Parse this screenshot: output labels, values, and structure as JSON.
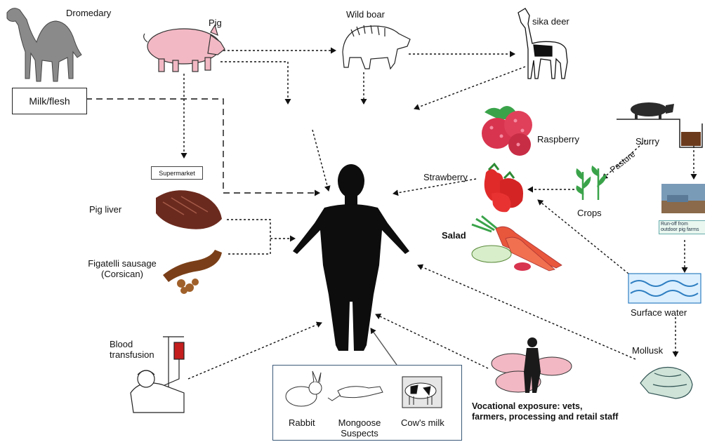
{
  "labels": {
    "dromedary": "Dromedary",
    "pig": "Pig",
    "wild_boar": "Wild boar",
    "sika_deer": "sika deer",
    "milk_flesh": "Milk/flesh",
    "supermarket": "Supermarket",
    "pig_liver": "Pig liver",
    "figatelli_line1": "Figatelli sausage",
    "figatelli_line2": "(Corsican)",
    "raspberry": "Raspberry",
    "strawberry": "Strawberry",
    "salad": "Salad",
    "slurry": "Slurry",
    "pasture": "Pasture",
    "crops": "Crops",
    "runoff_line1": "Run-off from",
    "runoff_line2": "outdoor pig farms",
    "surface_water": "Surface water",
    "mollusk": "Mollusk",
    "blood_line1": "Blood",
    "blood_line2": "transfusion",
    "rabbit": "Rabbit",
    "mongoose": "Mongoose",
    "suspects": "Suspects",
    "cows_milk": "Cow's milk",
    "vocational_line1": "Vocational exposure: vets,",
    "vocational_line2": "farmers, processing and retail staff"
  },
  "colors": {
    "silhouette": "#0d0d0d",
    "pig": "#f2b8c4",
    "dromedary": "#8a8a8a",
    "raspberry": "#d8344f",
    "strawberry": "#e02a2a",
    "carrot": "#e8563c",
    "liver": "#6b2a1e",
    "sausage": "#7a3f18",
    "water": "#2f7fc1",
    "crops": "#3aa34a",
    "suspects_border": "#3a5a78"
  }
}
